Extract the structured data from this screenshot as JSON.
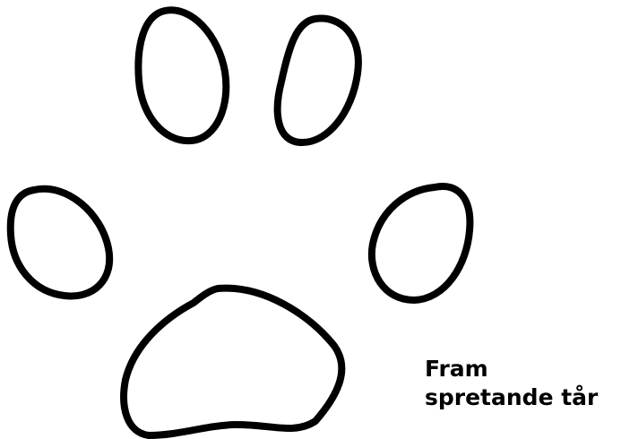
{
  "figure": {
    "subject": "paw-print",
    "stroke_color": "#000000",
    "background_color": "#ffffff",
    "pads": [
      {
        "name": "toe-pad-top-left"
      },
      {
        "name": "toe-pad-top-right"
      },
      {
        "name": "toe-pad-left"
      },
      {
        "name": "toe-pad-right"
      },
      {
        "name": "heel-pad"
      }
    ]
  },
  "caption": {
    "line1": "Fram",
    "line2": "spretande tår"
  }
}
